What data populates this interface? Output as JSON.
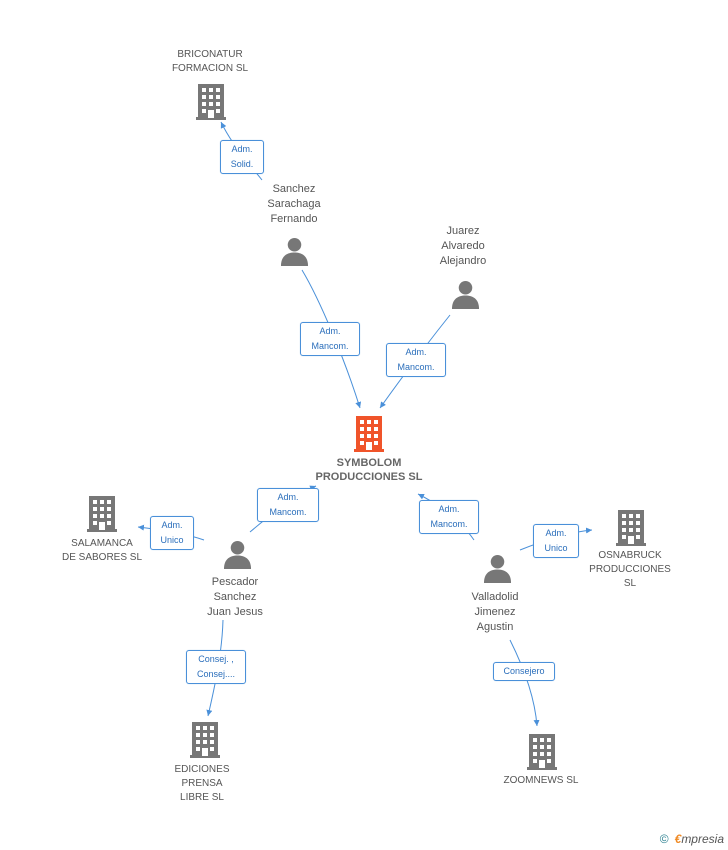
{
  "focus_company": {
    "name": "SYMBOLOM\nPRODUCCIONES SL",
    "color": "#f0542a"
  },
  "companies": [
    {
      "id": "briconatur",
      "name": "BRICONATUR\nFORMACION SL"
    },
    {
      "id": "salamanca",
      "name": "SALAMANCA\nDE SABORES SL"
    },
    {
      "id": "osnabruck",
      "name": "OSNABRUCK\nPRODUCCIONES\nSL"
    },
    {
      "id": "ediciones",
      "name": "EDICIONES\nPRENSA\nLIBRE SL"
    },
    {
      "id": "zoomnews",
      "name": "ZOOMNEWS SL"
    }
  ],
  "persons": [
    {
      "id": "sanchez",
      "name": "Sanchez\nSarachaga\nFernando"
    },
    {
      "id": "juarez",
      "name": "Juarez\nAlvaredo\nAlejandro"
    },
    {
      "id": "pescador",
      "name": "Pescador\nSanchez\nJuan Jesus"
    },
    {
      "id": "valladolid",
      "name": "Valladolid\nJimenez\nAgustin"
    }
  ],
  "relations": [
    {
      "id": "r1",
      "label": "Adm.\nSolid."
    },
    {
      "id": "r2",
      "label": "Adm.\nMancom."
    },
    {
      "id": "r3",
      "label": "Adm.\nMancom."
    },
    {
      "id": "r4",
      "label": "Adm.\nMancom."
    },
    {
      "id": "r5",
      "label": "Adm.\nUnico"
    },
    {
      "id": "r6",
      "label": "Adm.\nMancom."
    },
    {
      "id": "r7",
      "label": "Adm.\nUnico"
    },
    {
      "id": "r8",
      "label": "Consej. ,\nConsej...."
    },
    {
      "id": "r9",
      "label": "Consejero"
    }
  ],
  "colors": {
    "edge": "#4a90d9",
    "icon": "#777777",
    "focus": "#f0542a"
  },
  "footer": {
    "copyright": "©",
    "brand_initial": "€",
    "brand_rest": "mpresia"
  }
}
